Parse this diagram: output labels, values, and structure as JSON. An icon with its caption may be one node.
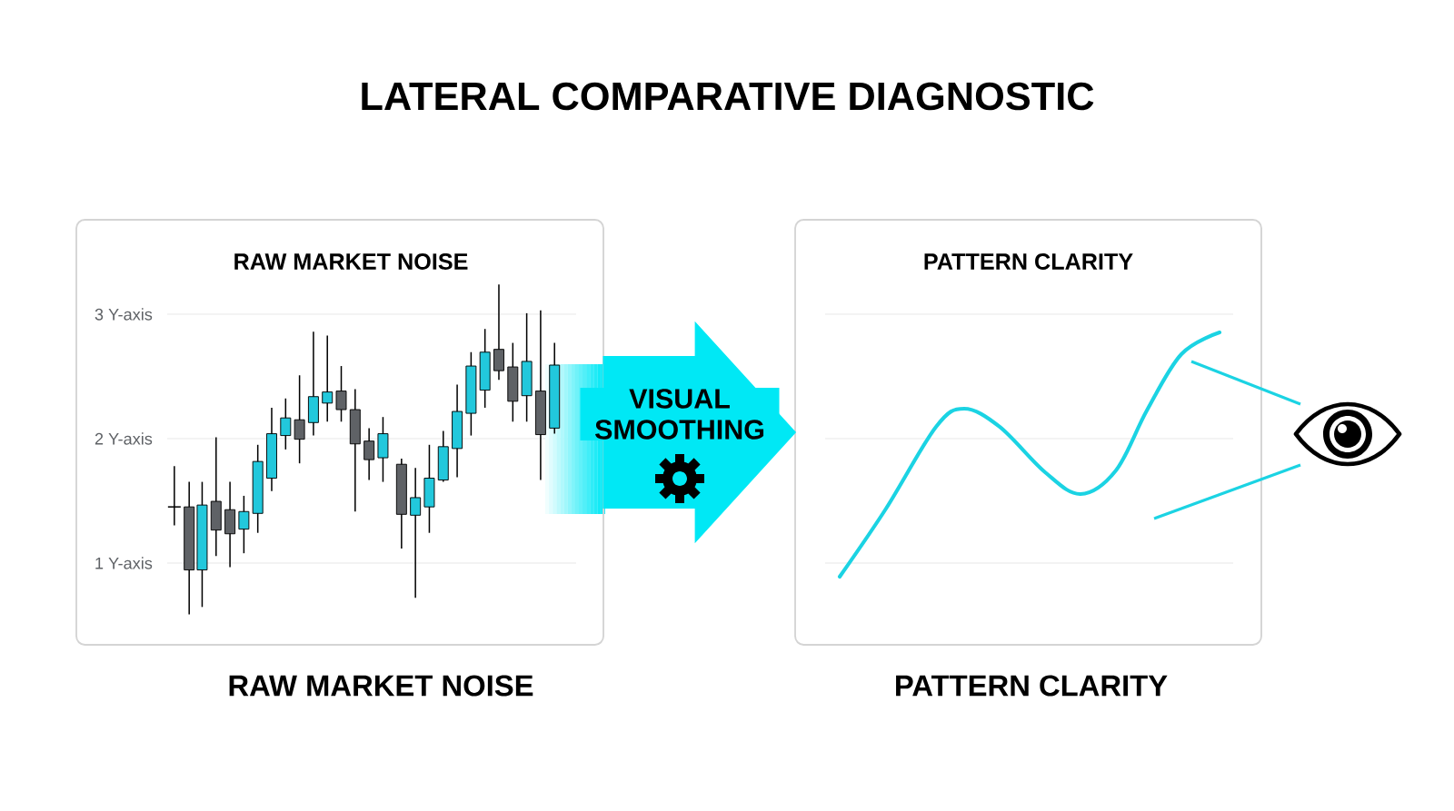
{
  "diagram": {
    "title": "LATERAL COMPARATIVE DIAGNOSTIC",
    "nodes": [
      {
        "text": [
          "RAW MARKET NOISE"
        ],
        "beside": [
          "RAW MARKET NOISE"
        ]
      },
      {
        "text": [
          "PATTERN CLARITY"
        ],
        "beside": [
          "PATTERN CLARITY"
        ]
      }
    ],
    "edges": [
      {
        "from": 0,
        "to": 1,
        "arrow": "to",
        "label": "VISUAL SMOOTHING",
        "style": "thick",
        "color": "#00e8f5"
      }
    ],
    "labels": [
      "3 Y-axis",
      "2 Y-axis",
      "1 Y-axis"
    ]
  }
}
